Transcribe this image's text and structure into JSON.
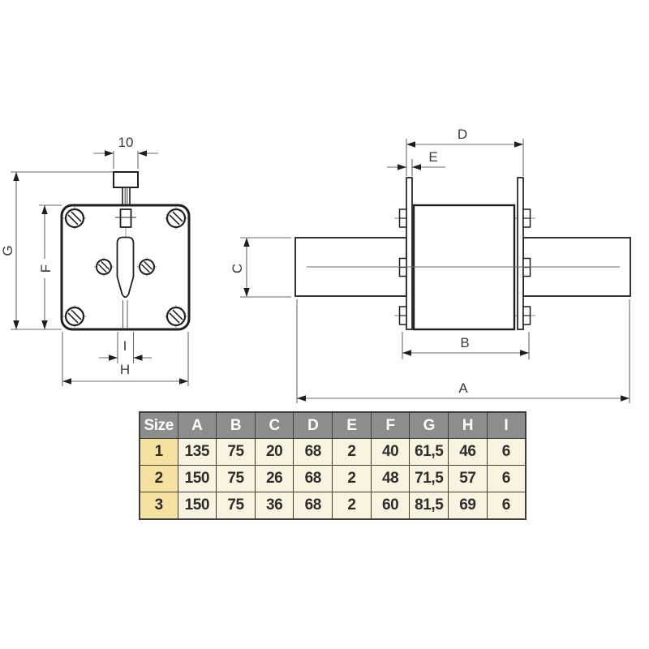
{
  "drawing": {
    "colors": {
      "part_line": "#1f1f1f",
      "dim_line": "#6b6b6b",
      "label_text": "#3a3a3a"
    },
    "front_view": {
      "labels": {
        "tab_width": "10",
        "overall_height": "G",
        "body_height": "F",
        "slot_width": "I",
        "body_width": "H"
      }
    },
    "side_view": {
      "labels": {
        "indicator_plates_width": "D",
        "plate_thickness": "E",
        "blade_height": "C",
        "body_width": "B",
        "total_width": "A"
      }
    }
  },
  "table": {
    "colors": {
      "header_bg": "#8d8d8d",
      "header_text": "#ffffff",
      "size_col_bg": "#f5e2a0",
      "cell_bg": "#f9f4e0",
      "border": "#3e3e3e",
      "cell_text": "#2d2d2d"
    },
    "headers": [
      "Size",
      "A",
      "B",
      "C",
      "D",
      "E",
      "F",
      "G",
      "H",
      "I"
    ],
    "rows": [
      [
        "1",
        "135",
        "75",
        "20",
        "68",
        "2",
        "40",
        "61,5",
        "46",
        "6"
      ],
      [
        "2",
        "150",
        "75",
        "26",
        "68",
        "2",
        "48",
        "71,5",
        "57",
        "6"
      ],
      [
        "3",
        "150",
        "75",
        "36",
        "68",
        "2",
        "60",
        "81,5",
        "69",
        "6"
      ]
    ]
  }
}
